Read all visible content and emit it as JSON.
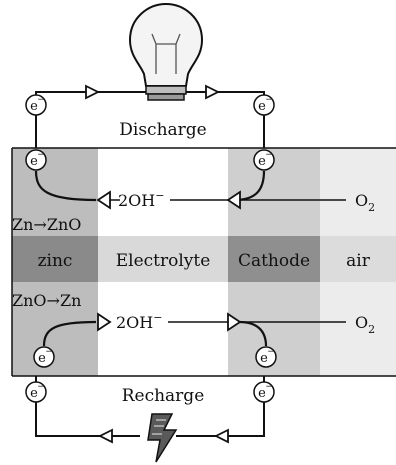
{
  "title_top": "Discharge",
  "title_bottom": "Recharge",
  "electron_label": "e",
  "electron_charge": "−",
  "regions": {
    "zinc": "zinc",
    "electrolyte": "Electrolyte",
    "cathode": "Cathode",
    "air": "air"
  },
  "discharge": {
    "reaction": "Zn→ZnO",
    "ion": "2OH",
    "ion_charge": "−",
    "gas": "O",
    "gas_sub": "2"
  },
  "recharge": {
    "reaction": "ZnO→Zn",
    "ion": "2OH",
    "ion_charge": "−",
    "gas": "O",
    "gas_sub": "2"
  },
  "colors": {
    "zinc_fill": "#bdbdbd",
    "zinc_band": "#8a8a8a",
    "electrolyte_fill": "#ffffff",
    "electrolyte_band": "#d9d9d9",
    "cathode_fill": "#cfcfcf",
    "cathode_band": "#8f8f8f",
    "air_fill": "#ececec",
    "air_band": "#dcdcdc"
  }
}
